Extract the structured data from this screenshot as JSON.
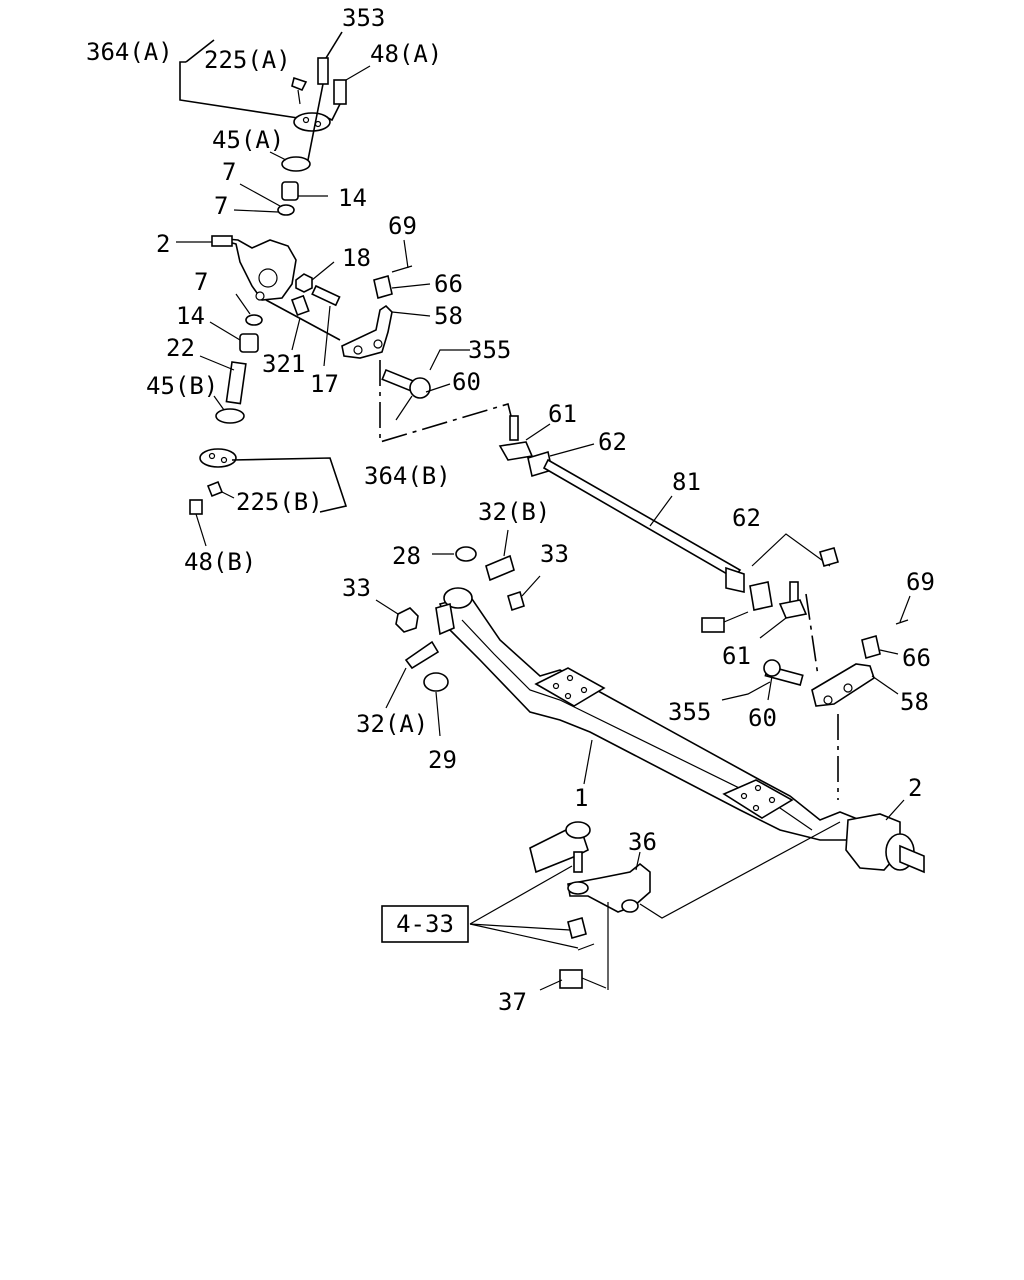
{
  "callouts": [
    {
      "id": "c353",
      "text": "353"
    },
    {
      "id": "c364a",
      "text": "364(A)"
    },
    {
      "id": "c225a",
      "text": "225(A)"
    },
    {
      "id": "c48a",
      "text": "48(A)"
    },
    {
      "id": "c45a",
      "text": "45(A)"
    },
    {
      "id": "c7a",
      "text": "7"
    },
    {
      "id": "c14a",
      "text": "14"
    },
    {
      "id": "c7b",
      "text": "7"
    },
    {
      "id": "c2a",
      "text": "2"
    },
    {
      "id": "c18",
      "text": "18"
    },
    {
      "id": "c69a",
      "text": "69"
    },
    {
      "id": "c66a",
      "text": "66"
    },
    {
      "id": "c58a",
      "text": "58"
    },
    {
      "id": "c7c",
      "text": "7"
    },
    {
      "id": "c14b",
      "text": "14"
    },
    {
      "id": "c22",
      "text": "22"
    },
    {
      "id": "c321",
      "text": "321"
    },
    {
      "id": "c17",
      "text": "17"
    },
    {
      "id": "c355a",
      "text": "355"
    },
    {
      "id": "c60a",
      "text": "60"
    },
    {
      "id": "c45b",
      "text": "45(B)"
    },
    {
      "id": "c61a",
      "text": "61"
    },
    {
      "id": "c62a",
      "text": "62"
    },
    {
      "id": "c364b",
      "text": "364(B)"
    },
    {
      "id": "c225b",
      "text": "225(B)"
    },
    {
      "id": "c48b",
      "text": "48(B)"
    },
    {
      "id": "c81",
      "text": "81"
    },
    {
      "id": "c32b",
      "text": "32(B)"
    },
    {
      "id": "c28",
      "text": "28"
    },
    {
      "id": "c33a",
      "text": "33"
    },
    {
      "id": "c33b",
      "text": "33"
    },
    {
      "id": "c62b",
      "text": "62"
    },
    {
      "id": "c69b",
      "text": "69"
    },
    {
      "id": "c61b",
      "text": "61"
    },
    {
      "id": "c66b",
      "text": "66"
    },
    {
      "id": "c355b",
      "text": "355"
    },
    {
      "id": "c60b",
      "text": "60"
    },
    {
      "id": "c58b",
      "text": "58"
    },
    {
      "id": "c32a",
      "text": "32(A)"
    },
    {
      "id": "c29",
      "text": "29"
    },
    {
      "id": "c1",
      "text": "1"
    },
    {
      "id": "c2b",
      "text": "2"
    },
    {
      "id": "c36",
      "text": "36"
    },
    {
      "id": "c37",
      "text": "37"
    }
  ],
  "reference_box": {
    "text": "4-33"
  }
}
